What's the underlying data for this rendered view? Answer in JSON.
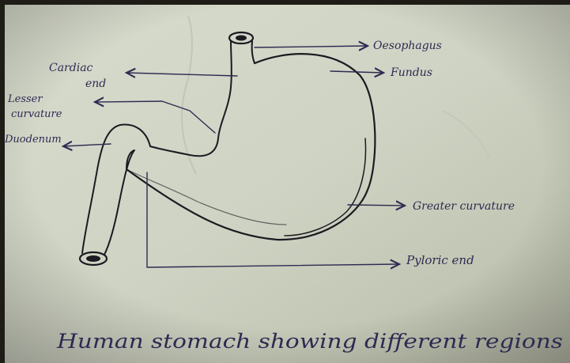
{
  "diagram": {
    "title": "Human stomach showing different regions",
    "labels": {
      "oesophagus": "Oesophagus",
      "fundus": "Fundus",
      "cardiac_end_line1": "Cardiac",
      "cardiac_end_line2": "end",
      "lesser_curvature_line1": "Lesser",
      "lesser_curvature_line2": "curvature",
      "duodenum": "Duodenum",
      "greater_curvature": "Greater curvature",
      "pyloric_end": "Pyloric end"
    }
  }
}
